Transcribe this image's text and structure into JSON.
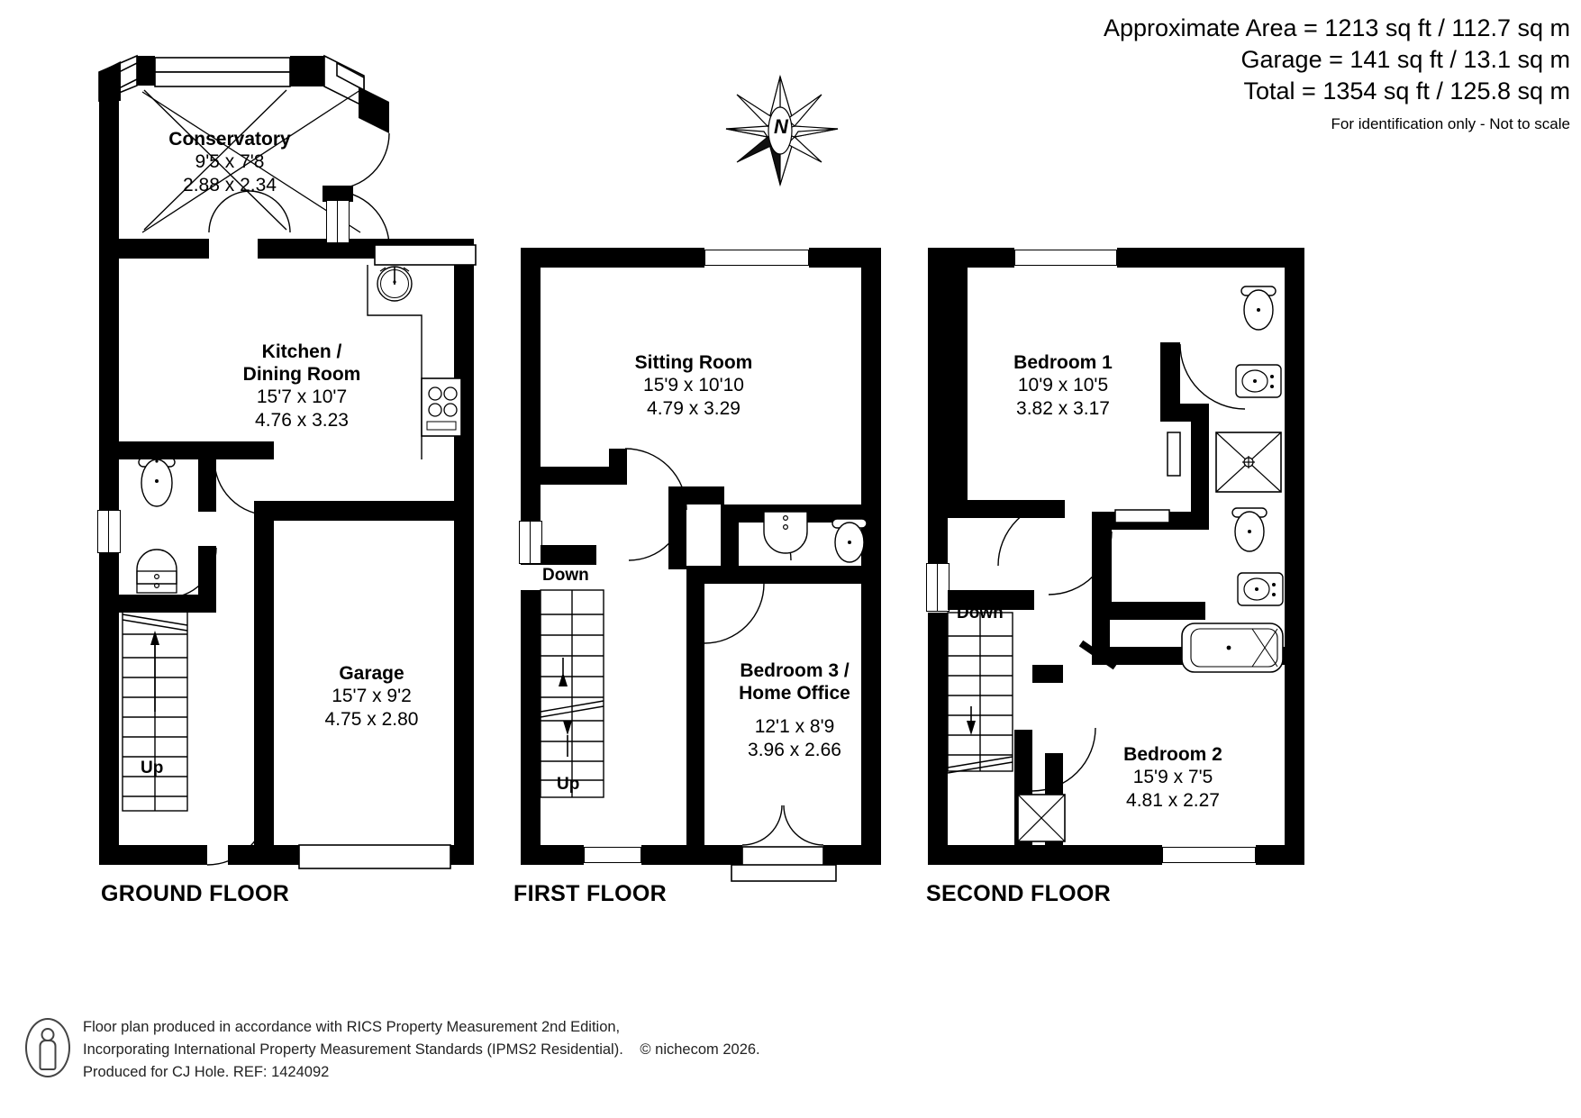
{
  "header": {
    "approx_area": "Approximate Area = 1213 sq ft / 112.7 sq m",
    "garage_area": "Garage = 141 sq ft / 13.1 sq m",
    "total_area": "Total = 1354 sq ft / 125.8 sq m",
    "disclaimer": "For identification only - Not to scale"
  },
  "compass": {
    "label": "N"
  },
  "floors": [
    {
      "id": "ground",
      "label": "GROUND FLOOR"
    },
    {
      "id": "first",
      "label": "FIRST FLOOR"
    },
    {
      "id": "second",
      "label": "SECOND FLOOR"
    }
  ],
  "rooms": {
    "conservatory": {
      "name": "Conservatory",
      "imperial": "9'5 x 7'8",
      "metric": "2.88 x 2.34"
    },
    "kitchen_dining": {
      "name_line1": "Kitchen /",
      "name_line2": "Dining Room",
      "imperial": "15'7 x 10'7",
      "metric": "4.76 x 3.23"
    },
    "garage": {
      "name": "Garage",
      "imperial": "15'7 x 9'2",
      "metric": "4.75 x 2.80"
    },
    "sitting_room": {
      "name": "Sitting Room",
      "imperial": "15'9 x 10'10",
      "metric": "4.79 x 3.29"
    },
    "bedroom3_office": {
      "name_line1": "Bedroom 3 /",
      "name_line2": "Home Office",
      "imperial": "12'1 x 8'9",
      "metric": "3.96 x 2.66"
    },
    "bedroom1": {
      "name": "Bedroom 1",
      "imperial": "10'9 x 10'5",
      "metric": "3.82 x 3.17"
    },
    "bedroom2": {
      "name": "Bedroom 2",
      "imperial": "15'9 x 7'5",
      "metric": "4.81 x 2.27"
    }
  },
  "stairs": {
    "ground_up": "Up",
    "first_down": "Down",
    "first_up": "Up",
    "second_down": "Down"
  },
  "footer": {
    "line1": "Floor plan produced in accordance with RICS Property Measurement 2nd Edition,",
    "line2": "Incorporating International Property Measurement Standards (IPMS2 Residential).",
    "copyright": "© nichecom 2026.",
    "line3": "Produced for CJ Hole.   REF:   1424092"
  }
}
